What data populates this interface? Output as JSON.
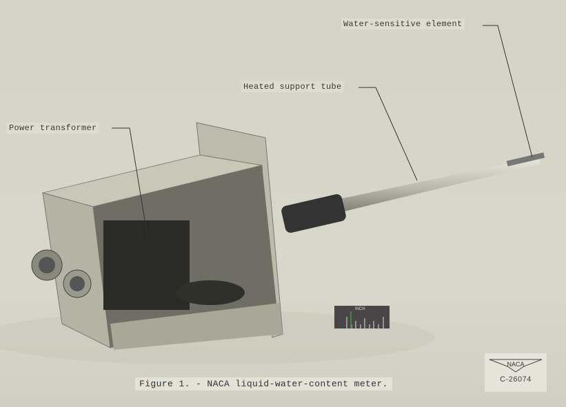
{
  "figure": {
    "caption": "Figure 1. - NACA liquid-water-content meter.",
    "labels": {
      "power_transformer": "Power transformer",
      "heated_support_tube": "Heated support tube",
      "water_sensitive_element": "Water-sensitive element"
    },
    "scale": {
      "unit": "INCH"
    },
    "stamp": {
      "logo_text": "NACA",
      "number": "C-26074"
    }
  },
  "colors": {
    "background": "#d6d6c8",
    "text": "#3a3a34"
  }
}
